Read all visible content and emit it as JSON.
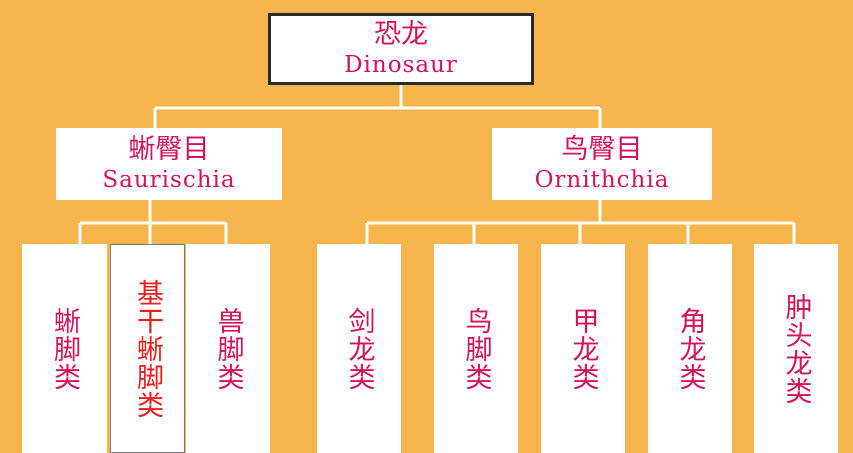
{
  "root": {
    "cn": "恐龙",
    "en": "Dinosaur"
  },
  "orders": [
    {
      "cn": "蜥臀目",
      "en": "Saurischia"
    },
    {
      "cn": "鸟臀目",
      "en": "Ornithchia"
    }
  ],
  "groups": [
    "蜥脚类",
    "基干蜥脚类",
    "兽脚类",
    "剑龙类",
    "鸟脚类",
    "甲龙类",
    "角龙类",
    "肿头龙类"
  ],
  "colors": {
    "background": "#F7B54E",
    "text": "#D4145A",
    "highlight_text": "#EE1C1C",
    "box": "#FFFFFF"
  }
}
